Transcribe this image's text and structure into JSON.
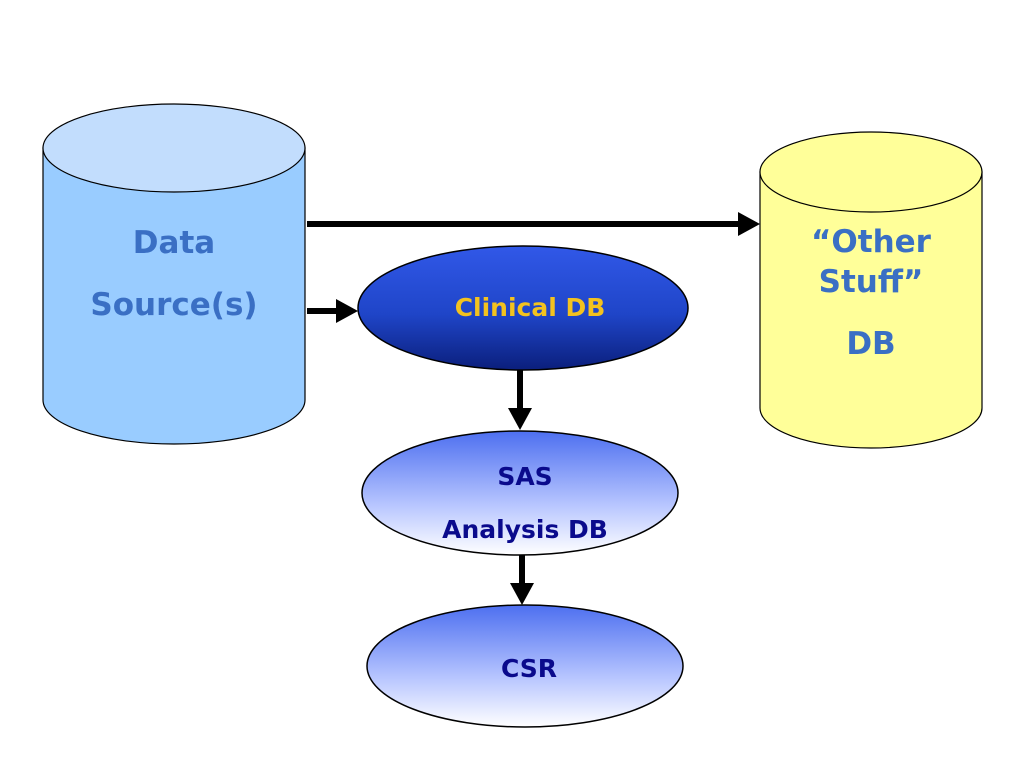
{
  "nodes": {
    "data_source": {
      "line1": "Data",
      "line2": "Source(s)"
    },
    "other_stuff": {
      "line1": "“Other",
      "line2": "Stuff”",
      "line3": "DB"
    },
    "clinical_db": {
      "label": "Clinical DB"
    },
    "sas_analysis_db": {
      "line1": "SAS",
      "line2": "Analysis DB"
    },
    "csr": {
      "label": "CSR"
    }
  },
  "colors": {
    "data_source_fill": "#99ccff",
    "data_source_top": "#c2ddfd",
    "other_stuff_fill": "#ffff99",
    "clinical_db_fill": "#1f45c8",
    "clinical_db_text": "#f3c21f",
    "sas_fill_top": "#4d6ff0",
    "csr_fill_top": "#4d6ff0",
    "dark_text": "#0a0a8c",
    "label_blue": "#3a6fc4",
    "arrow": "#000000"
  },
  "edges": [
    {
      "from": "data_source",
      "to": "other_stuff"
    },
    {
      "from": "data_source",
      "to": "clinical_db"
    },
    {
      "from": "clinical_db",
      "to": "sas_analysis_db"
    },
    {
      "from": "sas_analysis_db",
      "to": "csr"
    }
  ]
}
